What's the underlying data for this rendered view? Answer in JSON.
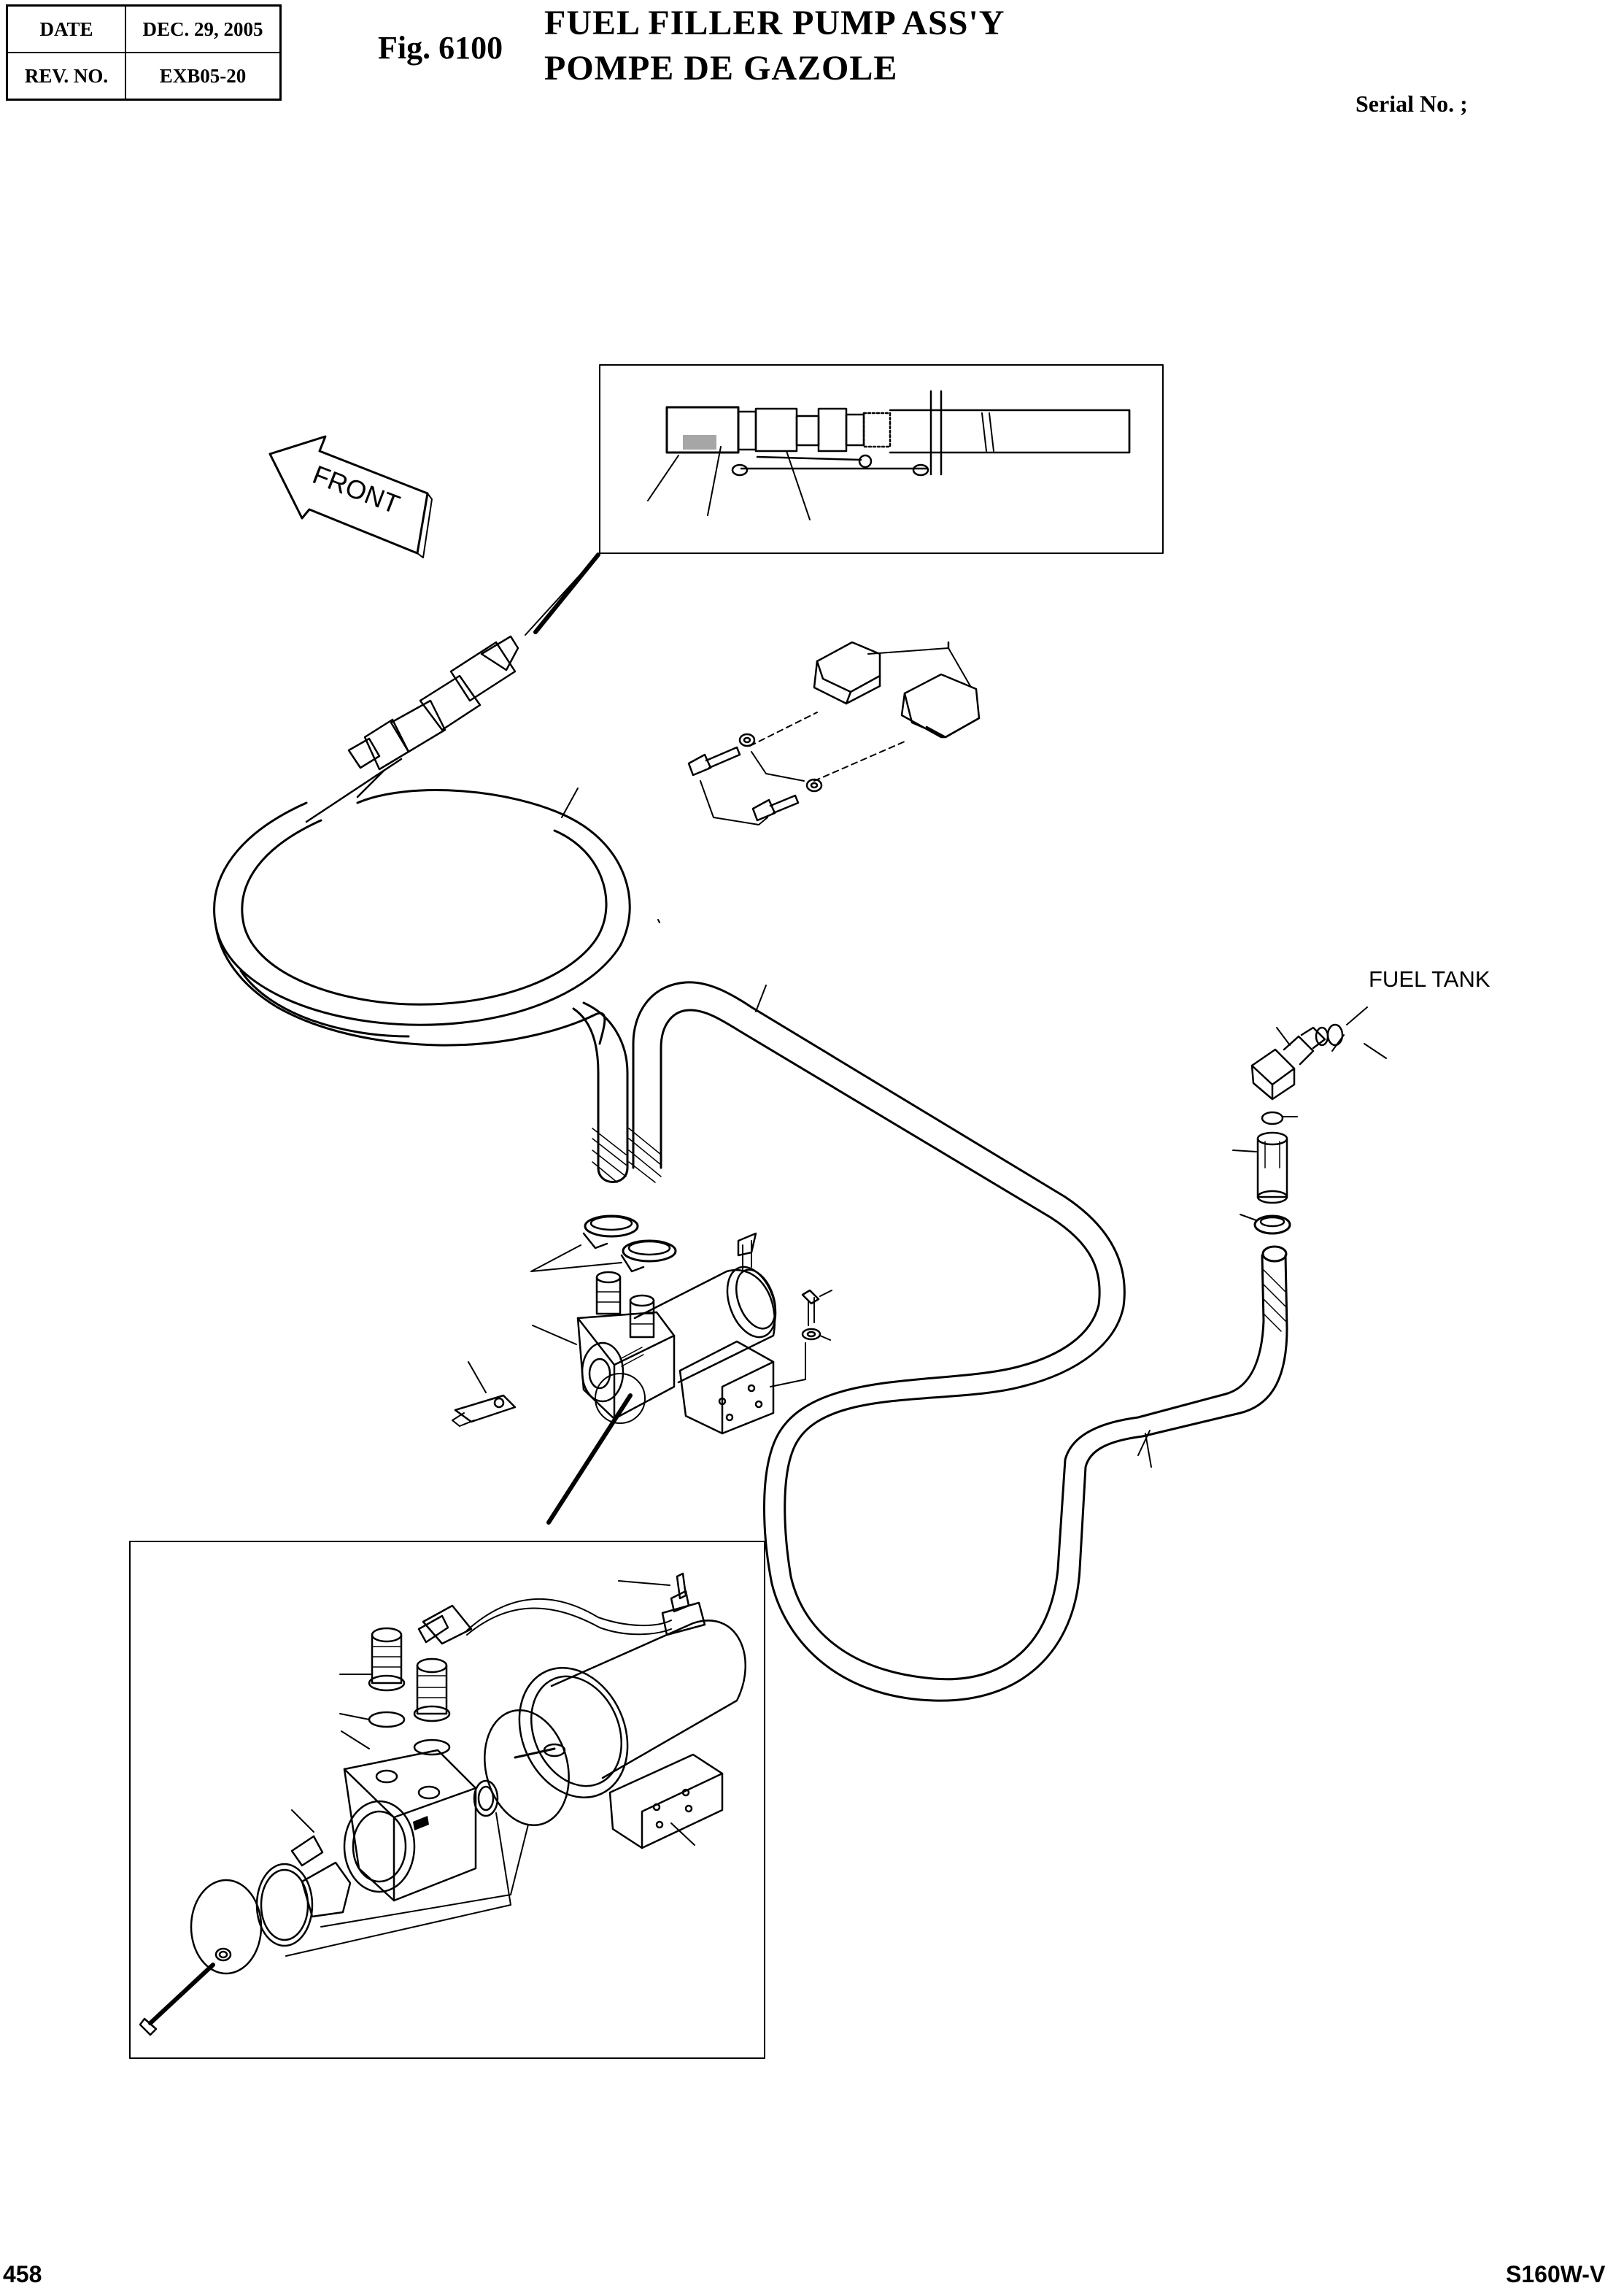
{
  "header": {
    "date_label": "DATE",
    "date_value": "DEC. 29, 2005",
    "rev_label": "REV. NO.",
    "rev_value": "EXB05-20"
  },
  "figure": {
    "number": "Fig. 6100",
    "title_en": "FUEL FILLER PUMP ASS'Y",
    "title_fr": "POMPE DE GAZOLE",
    "serial": "Serial No. ;"
  },
  "labels": {
    "front_arrow": "FRONT",
    "fuel_tank": "FUEL TANK"
  },
  "footer": {
    "page": "458",
    "model": "S160W-V"
  }
}
